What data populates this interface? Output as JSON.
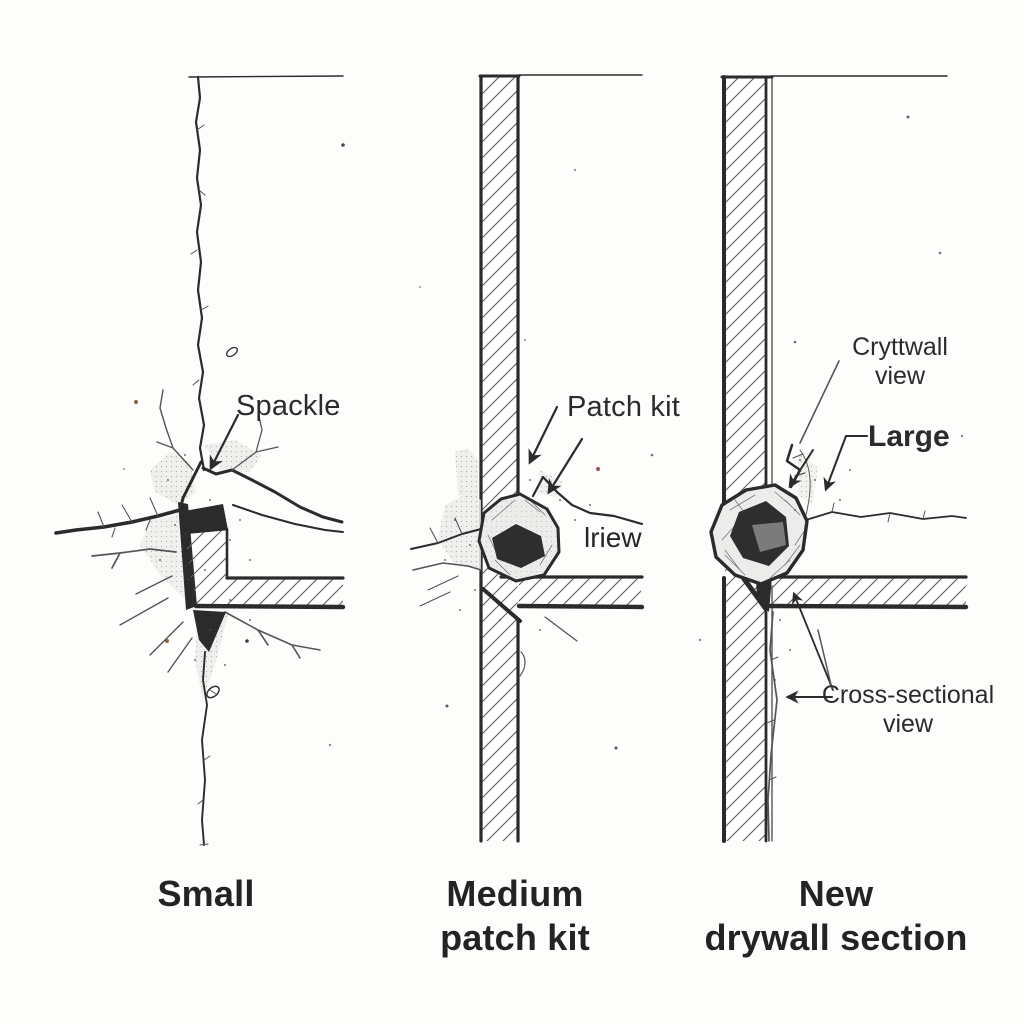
{
  "figure": {
    "type": "hand-drawn drywall damage repair illustration, three cross-section panels",
    "panels": [
      {
        "id": "small-crack",
        "callouts": {
          "spackle": "Spackle"
        },
        "caption": {
          "line1": "Small",
          "line2": ""
        }
      },
      {
        "id": "medium-hole",
        "callouts": {
          "patch_kit": "Patch kit",
          "stray": "lriew"
        },
        "caption": {
          "line1": "Medium",
          "line2": "patch kit"
        }
      },
      {
        "id": "large-hole",
        "callouts": {
          "drywall_view": {
            "line1": "Cryttwall",
            "line2": "view"
          },
          "large": "Large",
          "cross_sectional": {
            "line1": "Cross-sectional",
            "line2": "view"
          }
        },
        "caption": {
          "line1": "New",
          "line2": "drywall section"
        }
      }
    ],
    "colors": {
      "ink": "#2b2b2b",
      "ink_light": "#555555",
      "hatch": "#5f5f5f",
      "paper": "#fdfdfb",
      "hole": "#2e2e2e",
      "patch_ring": "#ececea"
    }
  }
}
